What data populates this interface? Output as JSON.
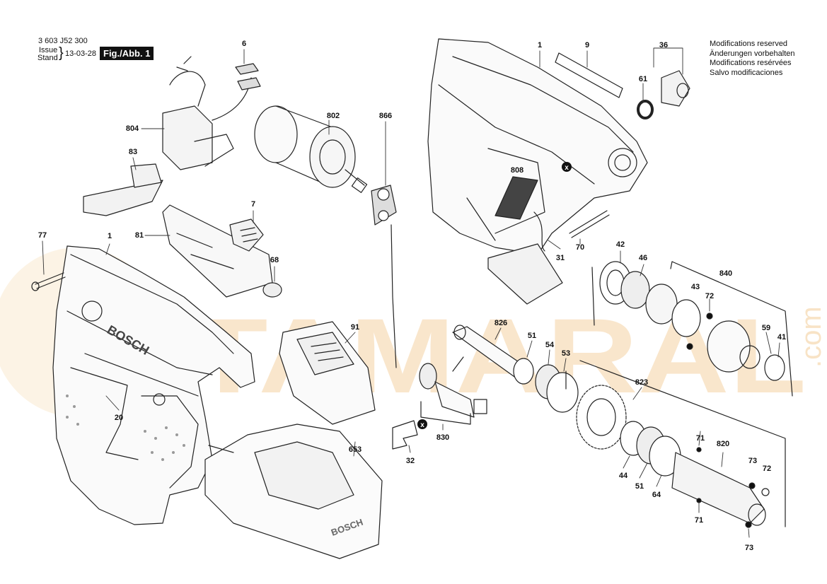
{
  "header": {
    "doc_number": "3 603 J52 300",
    "issue_label": "Issue",
    "stand_label": "Stand",
    "issue_date": "13-03-28",
    "fig_label": "Fig./Abb. 1"
  },
  "modifications": [
    "Modifications reserved",
    "Änderungen vorbehalten",
    "Modifications resérvées",
    "Salvo modificaciones"
  ],
  "brand": {
    "housing_logo": "BOSCH",
    "charger_logo": "BOSCH"
  },
  "watermark": {
    "text": "STAMARAL",
    "suffix": ".com",
    "color": "#f2c98f"
  },
  "part_numbers": {
    "p1a": "1",
    "p9": "9",
    "p36": "36",
    "p6": "6",
    "p61": "61",
    "p802": "802",
    "p866": "866",
    "p804": "804",
    "p83": "83",
    "p808": "808",
    "p7": "7",
    "p77": "77",
    "p1b": "1",
    "p81": "81",
    "p68": "68",
    "p31": "31",
    "p70": "70",
    "p42": "42",
    "p46": "46",
    "p840": "840",
    "p43": "43",
    "p72a": "72",
    "p59": "59",
    "p41": "41",
    "p91": "91",
    "p826": "826",
    "p51a": "51",
    "p54": "54",
    "p53": "53",
    "p823": "823",
    "p20": "20",
    "p830": "830",
    "p32": "32",
    "p653": "653",
    "p71a": "71",
    "p820": "820",
    "p73a": "73",
    "p72b": "72",
    "p44": "44",
    "p51b": "51",
    "p64": "64",
    "p71b": "71",
    "p73b": "73"
  },
  "marker_symbol": "x"
}
